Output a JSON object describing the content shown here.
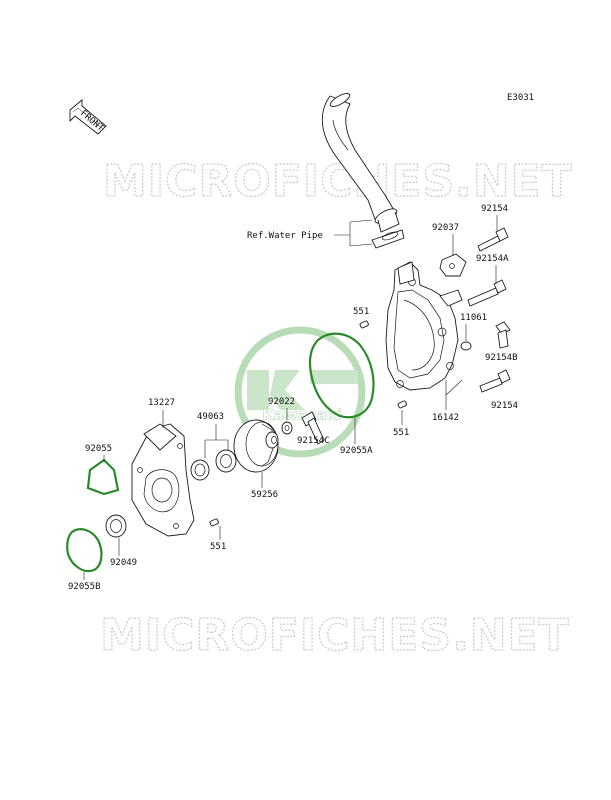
{
  "diagram_code": "E3031",
  "front_label": "FRONT",
  "watermark_text": "MICROFICHES.NET",
  "logo_text": "Kawasaki",
  "colors": {
    "seal_ring": "#2a8a2a",
    "watermark": "#c9c9c9",
    "logo": "#7fbf7f"
  },
  "parts": {
    "ref_water_pipe": "Ref.Water Pipe",
    "p92154_top": "92154",
    "p92037": "92037",
    "p92154A": "92154A",
    "p551_upper": "551",
    "p11061": "11061",
    "p92154B": "92154B",
    "p92022": "92022",
    "p92154C": "92154C",
    "p92055A": "92055A",
    "p16142": "16142",
    "p551_right": "551",
    "p92154_bottom": "92154",
    "p13227": "13227",
    "p49063": "49063",
    "p92055": "92055",
    "p59256": "59256",
    "p551_lower": "551",
    "p92049": "92049",
    "p92055B": "92055B"
  }
}
